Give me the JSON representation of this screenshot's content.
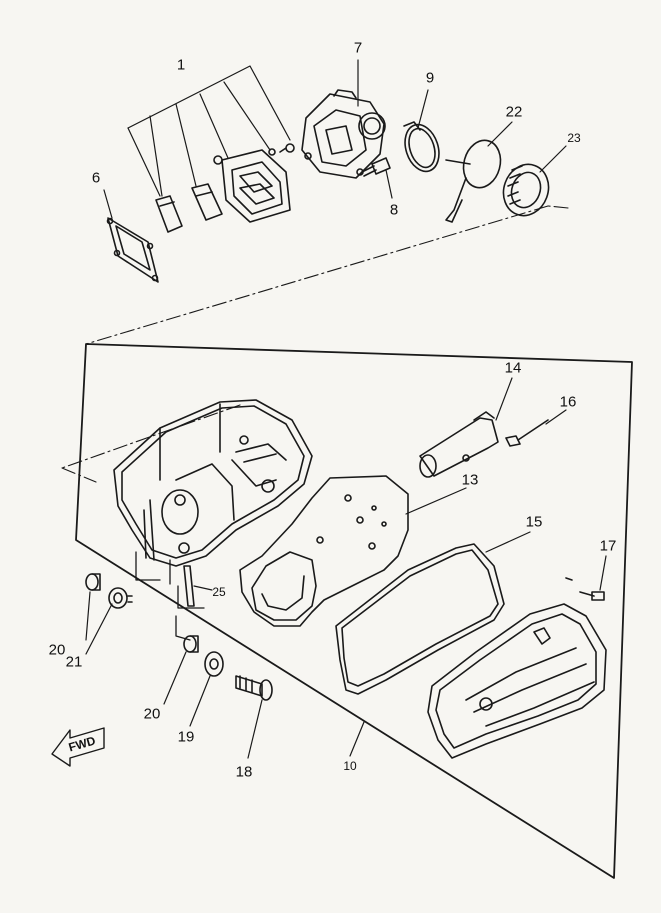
{
  "callouts": {
    "c1": "1",
    "c6": "6",
    "c7": "7",
    "c8": "8",
    "c9": "9",
    "c22": "22",
    "c23": "23",
    "c14": "14",
    "c16": "16",
    "c13": "13",
    "c15": "15",
    "c17": "17",
    "c25": "25",
    "c20a": "20",
    "c21": "21",
    "c20b": "20",
    "c19": "19",
    "c18": "18",
    "c10": "10"
  },
  "fwd_label": "FWD",
  "line_color": "#1a1a1a",
  "paper_color": "#f7f6f2"
}
